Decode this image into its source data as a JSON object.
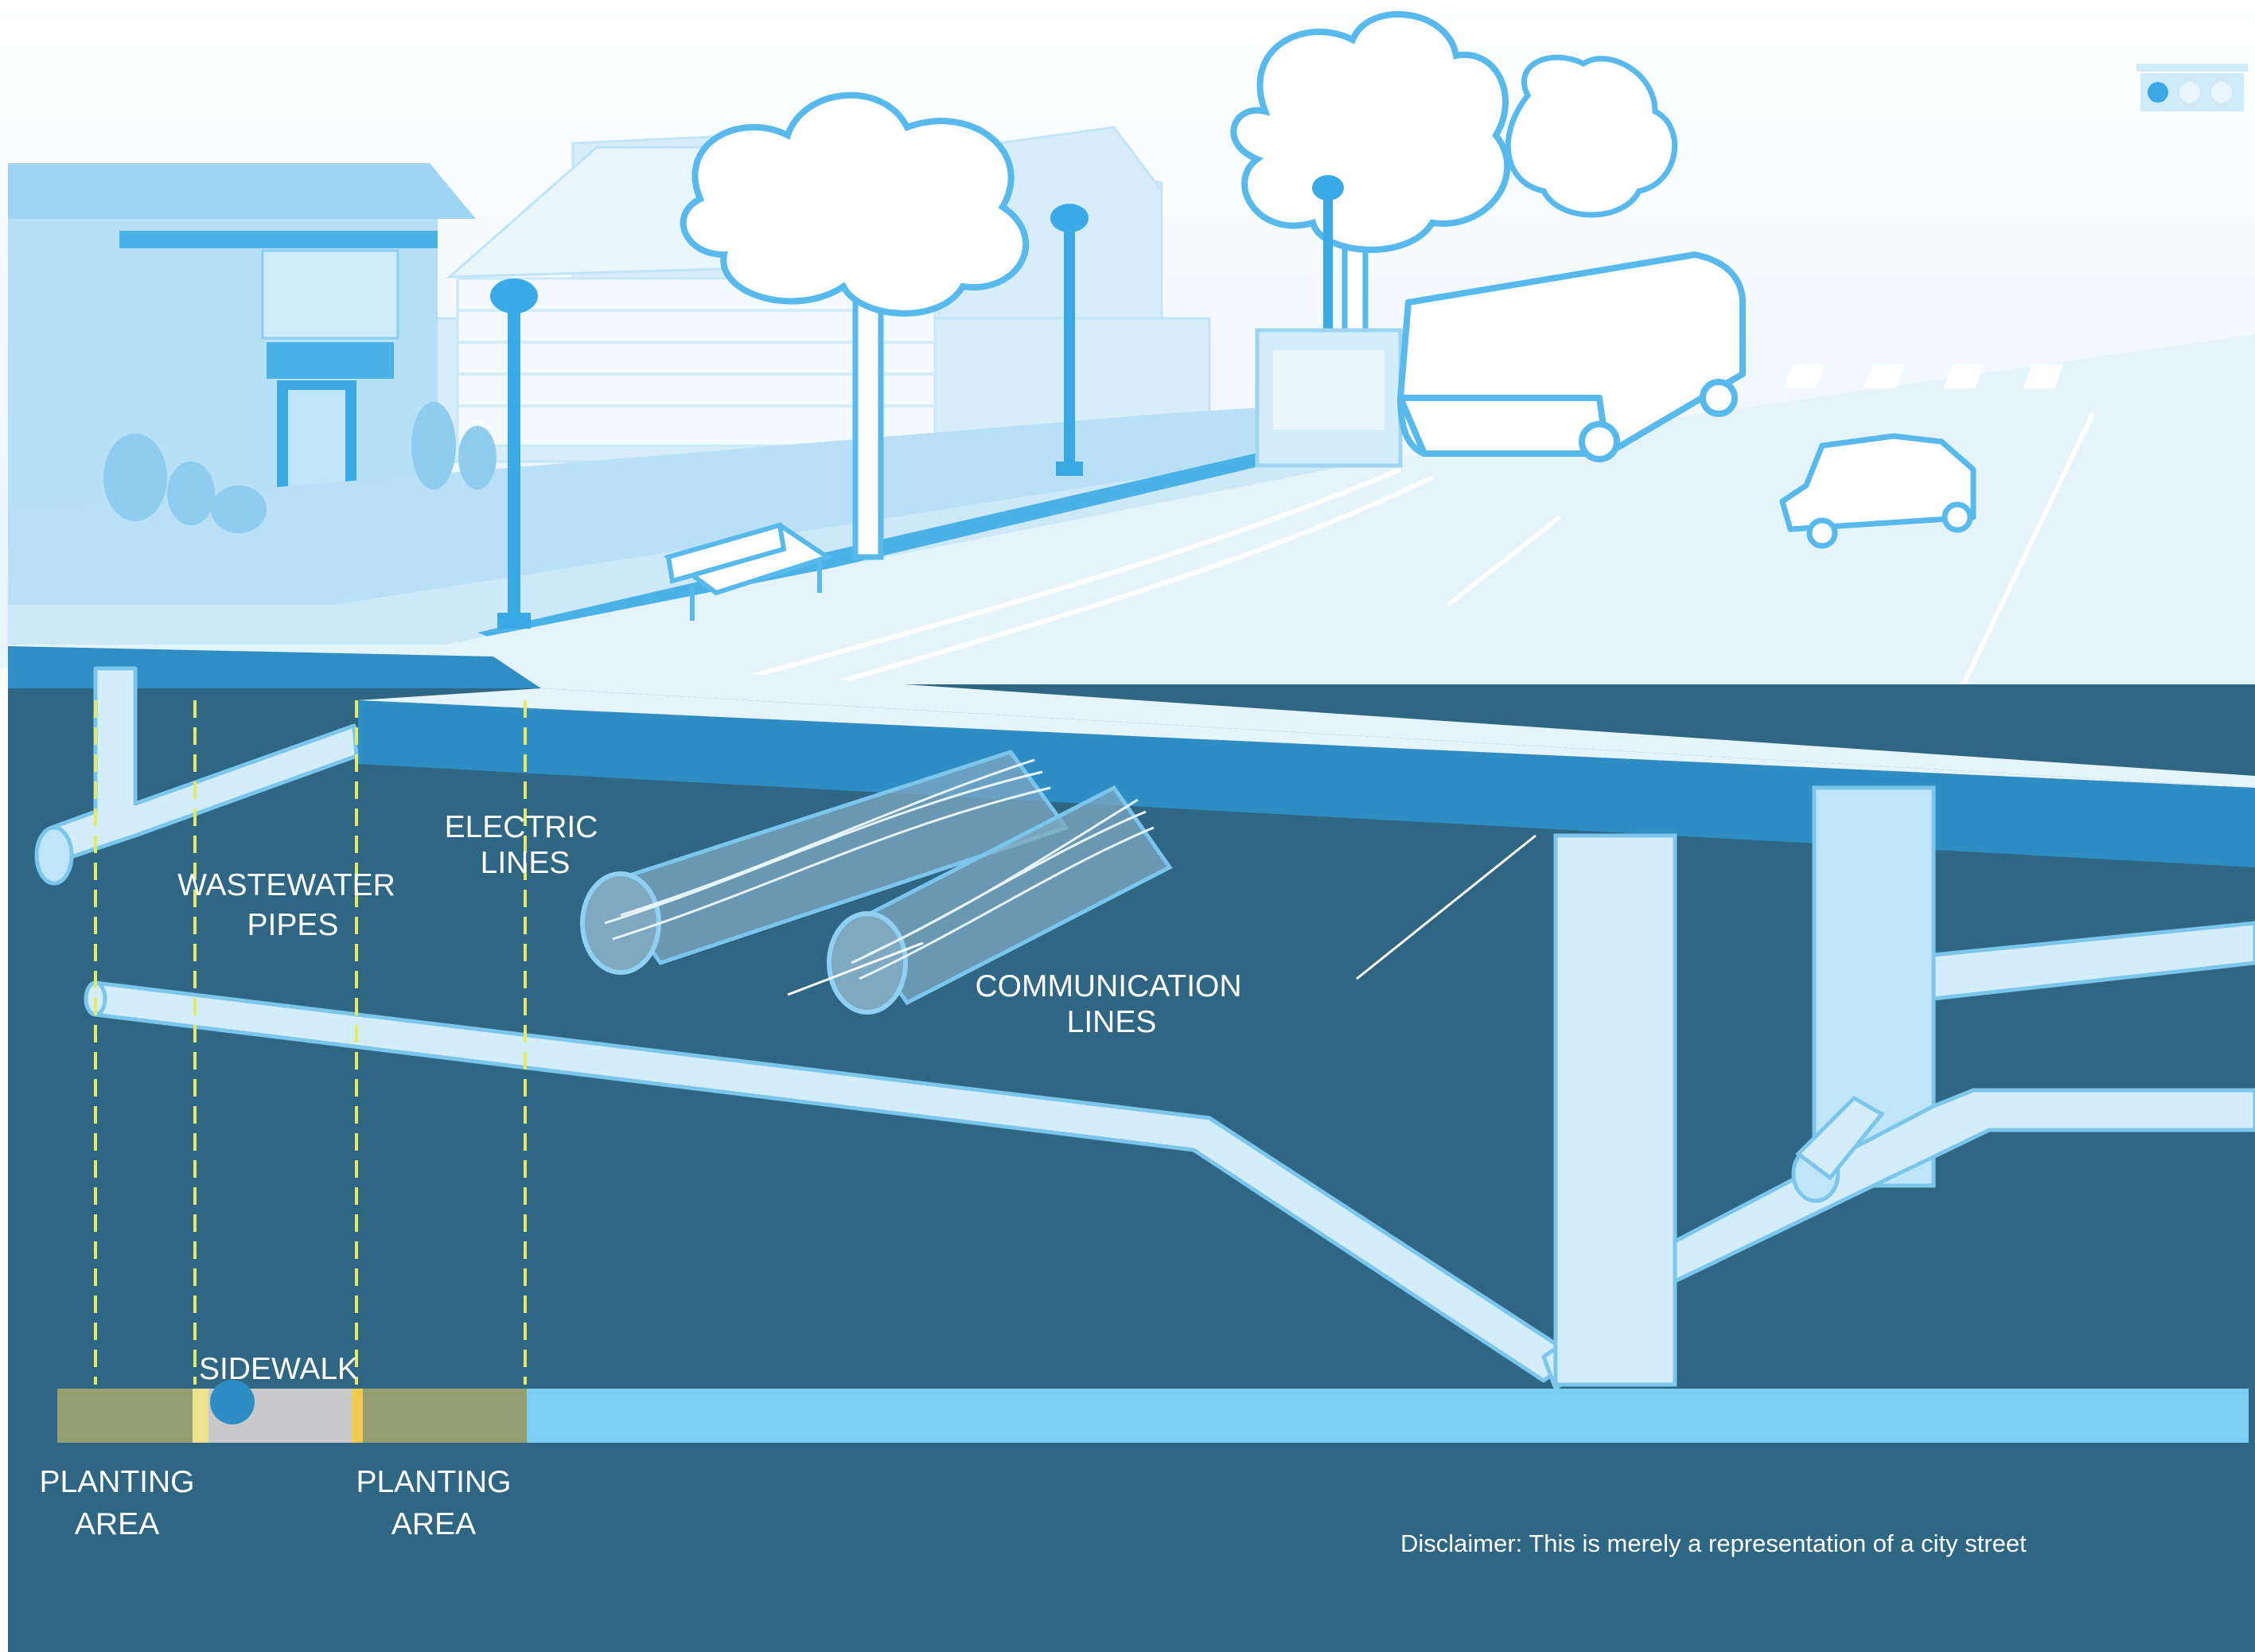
{
  "labels": {
    "wastewater_1": "WASTEWATER",
    "wastewater_2": "PIPES",
    "electric_1": "ELECTRIC",
    "electric_2": "LINES",
    "communication_1": "COMMUNICATION",
    "communication_2": "LINES",
    "sidewalk": "SIDEWALK",
    "planting_left_1": "PLANTING",
    "planting_left_2": "AREA",
    "planting_right_1": "PLANTING",
    "planting_right_2": "AREA"
  },
  "disclaimer": "Disclaimer: This is merely a representation of a city street",
  "colors": {
    "ground": "#2e6683",
    "road_band": "#2e8dc2",
    "pipe_fill": "#d4edfb",
    "pipe_stroke": "#7cc6ec",
    "sky_light": "#eef8fd",
    "street_surface": "#dff1fb",
    "planting": "#959e70",
    "sidewalk": "#c9c9cc",
    "guide_line": "#e2ea68",
    "strip": "#7dcdf4"
  }
}
